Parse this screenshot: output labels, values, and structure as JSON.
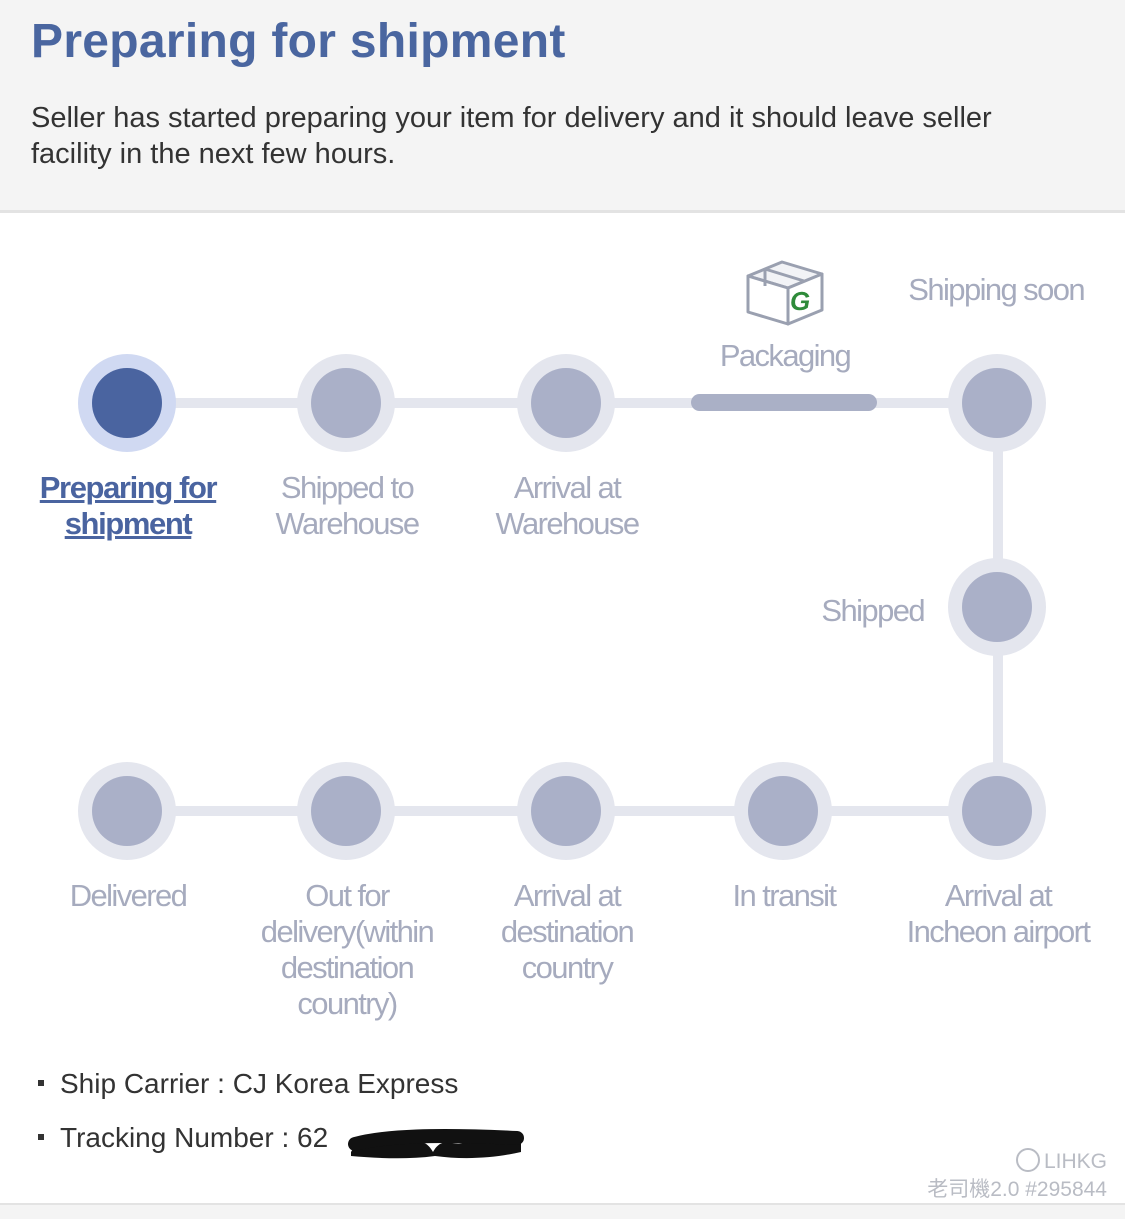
{
  "header": {
    "title": "Preparing for shipment",
    "description": "Seller has started preparing your item for delivery and it should leave seller facility in the next few hours."
  },
  "tracker": {
    "current_step": "Preparing for shipment",
    "shipping_soon_label": "Shipping soon",
    "packaging_label": "Packaging",
    "packaging_icon": "box-g-icon",
    "steps": [
      {
        "label_line1": "Preparing for",
        "label_line2": "shipment",
        "state": "active"
      },
      {
        "label_line1": "Shipped to",
        "label_line2": "Warehouse",
        "state": "pending"
      },
      {
        "label_line1": "Arrival at",
        "label_line2": "Warehouse",
        "state": "pending"
      },
      {
        "label_line1": "Shipped",
        "state": "pending"
      },
      {
        "label_line1": "Arrival at",
        "label_line2": "Incheon airport",
        "state": "pending"
      },
      {
        "label_line1": "In transit",
        "state": "pending"
      },
      {
        "label_line1": "Arrival at",
        "label_line2": "destination",
        "label_line3": "country",
        "state": "pending"
      },
      {
        "label_line1": "Out for",
        "label_line2": "delivery(within",
        "label_line3": "destination",
        "label_line4": "country)",
        "state": "pending"
      },
      {
        "label_line1": "Delivered",
        "state": "pending"
      }
    ]
  },
  "shipping_info": {
    "carrier_label": "Ship Carrier : ",
    "carrier_value": "CJ Korea Express",
    "tracking_label": "Tracking Number : ",
    "tracking_value": "62"
  },
  "watermark": {
    "brand": "LIHKG",
    "caption": "老司機2.0 #295844"
  },
  "colors": {
    "accent": "#4a64a0",
    "inactive_dot": "#aab0c8",
    "ring": "#e4e6ee",
    "inactive_text": "#a6abbe",
    "box_icon_green": "#2e8b3a"
  }
}
